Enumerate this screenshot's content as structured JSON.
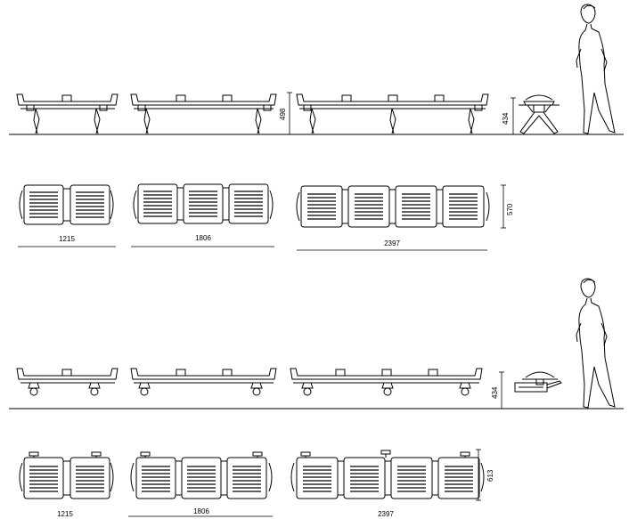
{
  "section_top": {
    "height_label": "498",
    "seat_height_label": "434",
    "depth_label": "570",
    "widths": [
      "1215",
      "1806",
      "2397"
    ]
  },
  "section_bottom": {
    "seat_height_label": "434",
    "depth_label": "613",
    "widths": [
      "1215",
      "1806",
      "2397"
    ]
  },
  "colors": {
    "line": "#000000",
    "background": "#ffffff"
  }
}
